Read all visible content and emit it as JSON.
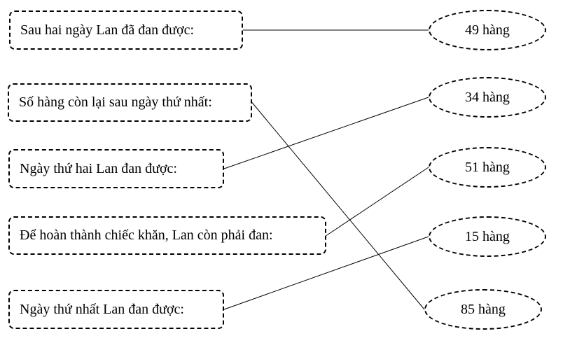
{
  "left_items": [
    {
      "id": "L0",
      "text": "Sau hai ngày Lan đã đan được:"
    },
    {
      "id": "L1",
      "text": "Số hàng còn lại sau ngày thứ nhất:"
    },
    {
      "id": "L2",
      "text": "Ngày thứ hai Lan đan được:"
    },
    {
      "id": "L3",
      "text": "Để hoàn thành chiếc khăn, Lan còn phải đan:"
    },
    {
      "id": "L4",
      "text": "Ngày thứ nhất Lan đan được:"
    }
  ],
  "right_items": [
    {
      "id": "R0",
      "text": "49 hàng"
    },
    {
      "id": "R1",
      "text": "34 hàng"
    },
    {
      "id": "R2",
      "text": "51 hàng"
    },
    {
      "id": "R3",
      "text": "15 hàng"
    },
    {
      "id": "R4",
      "text": "85 hàng"
    }
  ],
  "connections": [
    {
      "from": "L0",
      "to": "R0"
    },
    {
      "from": "L1",
      "to": "R4"
    },
    {
      "from": "L2",
      "to": "R1"
    },
    {
      "from": "L3",
      "to": "R2"
    },
    {
      "from": "L4",
      "to": "R3"
    }
  ]
}
